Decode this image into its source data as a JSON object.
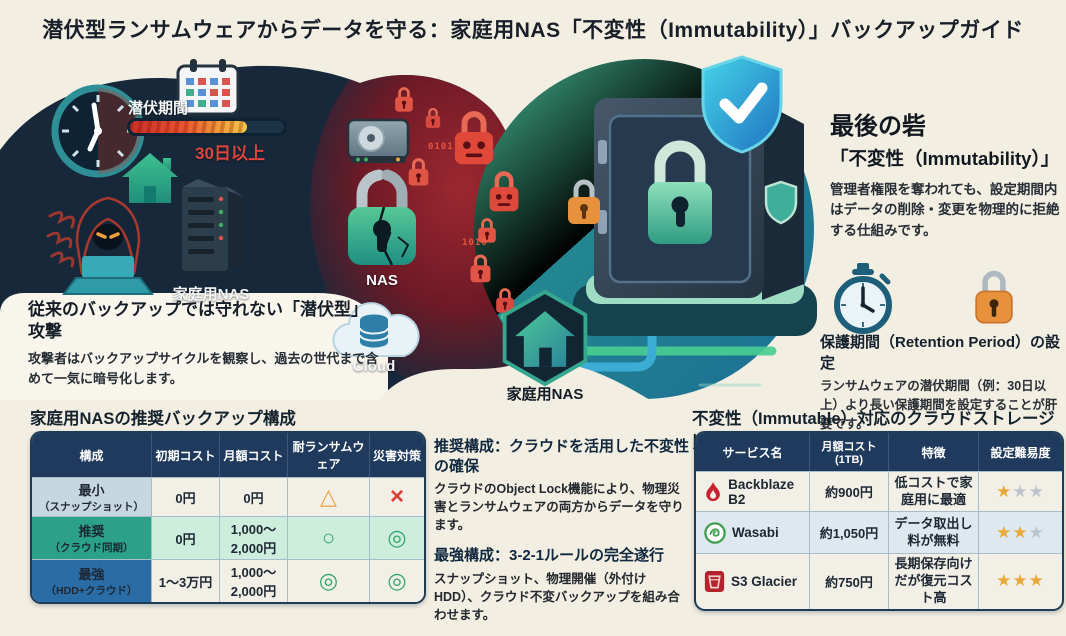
{
  "title": "潜伏型ランサムウェアからデータを守る：家庭用NAS「不変性（Immutability）」バックアップガイド",
  "illustration": {
    "latent_period_label": "潜伏期間",
    "latent_period_value": "30日以上",
    "home_nas_label": "家庭用NAS",
    "nas_lock_label": "NAS",
    "cloud_label": "Cloud",
    "vault_home_label": "家庭用NAS",
    "binary_1": "0101",
    "binary_2": "1010"
  },
  "attack_callout": {
    "heading": "従来のバックアップでは守れない「潜伏型」攻撃",
    "body": "攻撃者はバックアップサイクルを観察し、過去の世代まで含めて一気に暗号化します。"
  },
  "immutability_panel": {
    "heading": "最後の砦",
    "subheading": "「不変性（Immutability）」",
    "body": "管理者権限を奪われても、設定期間内はデータの削除・変更を物理的に拒絶する仕組みです。",
    "retention_heading": "保護期間（Retention Period）の設定",
    "retention_body": "ランサムウェアの潜伏期間（例：30日以上）より長い保護期間を設定することが肝要です。"
  },
  "backup_table": {
    "title": "家庭用NASの推奨バックアップ構成",
    "headers": [
      "構成",
      "初期コスト",
      "月額コスト",
      "耐ランサムウェア",
      "災害対策"
    ],
    "rows": [
      {
        "name": "最小",
        "name_sub": "（スナップショット）",
        "initial_cost": "0円",
        "monthly_cost": "0円",
        "ransomware": "△",
        "disaster": "×"
      },
      {
        "name": "推奨",
        "name_sub": "（クラウド同期）",
        "initial_cost": "0円",
        "monthly_cost": "1,000～2,000円",
        "ransomware": "○",
        "disaster": "◎"
      },
      {
        "name": "最強",
        "name_sub": "（HDD+クラウド）",
        "initial_cost": "1～3万円",
        "monthly_cost": "1,000～2,000円",
        "ransomware": "◎",
        "disaster": "◎"
      }
    ]
  },
  "recommend_notes": {
    "note1_heading": "推奨構成：クラウドを活用した不変性の確保",
    "note1_body": "クラウドのObject Lock機能により、物理災害とランサムウェアの両方からデータを守ります。",
    "note2_heading": "最強構成：3-2-1ルールの完全遂行",
    "note2_body": "スナップショット、物理開催（外付けHDD）、クラウド不変バックアップを組み合わせます。"
  },
  "cloud_table": {
    "title": "不変性（Immutable）対応のクラウドストレージ比較",
    "headers": [
      "サービス名",
      "月額コスト(1TB)",
      "特徴",
      "設定難易度"
    ],
    "rows": [
      {
        "service": "Backblaze B2",
        "cost": "約900円",
        "feature": "低コストで家庭用に最適",
        "stars_gold": "★",
        "stars_gray": "★★"
      },
      {
        "service": "Wasabi",
        "cost": "約1,050円",
        "feature": "データ取出し料が無料",
        "stars_gold": "★★",
        "stars_gray": "★"
      },
      {
        "service": "S3 Glacier",
        "cost": "約750円",
        "feature": "長期保存向けだが復元コスト高",
        "stars_gold": "★★★",
        "stars_gray": ""
      }
    ]
  },
  "colors": {
    "navy_blob": "#16283a",
    "teal_circle": "#1d7a8f",
    "danger_red": "#d84038",
    "warning_orange": "#eba23b",
    "success_green": "#35a56d",
    "gold_star": "#e9a83c",
    "table_header": "#1f3a5c"
  }
}
